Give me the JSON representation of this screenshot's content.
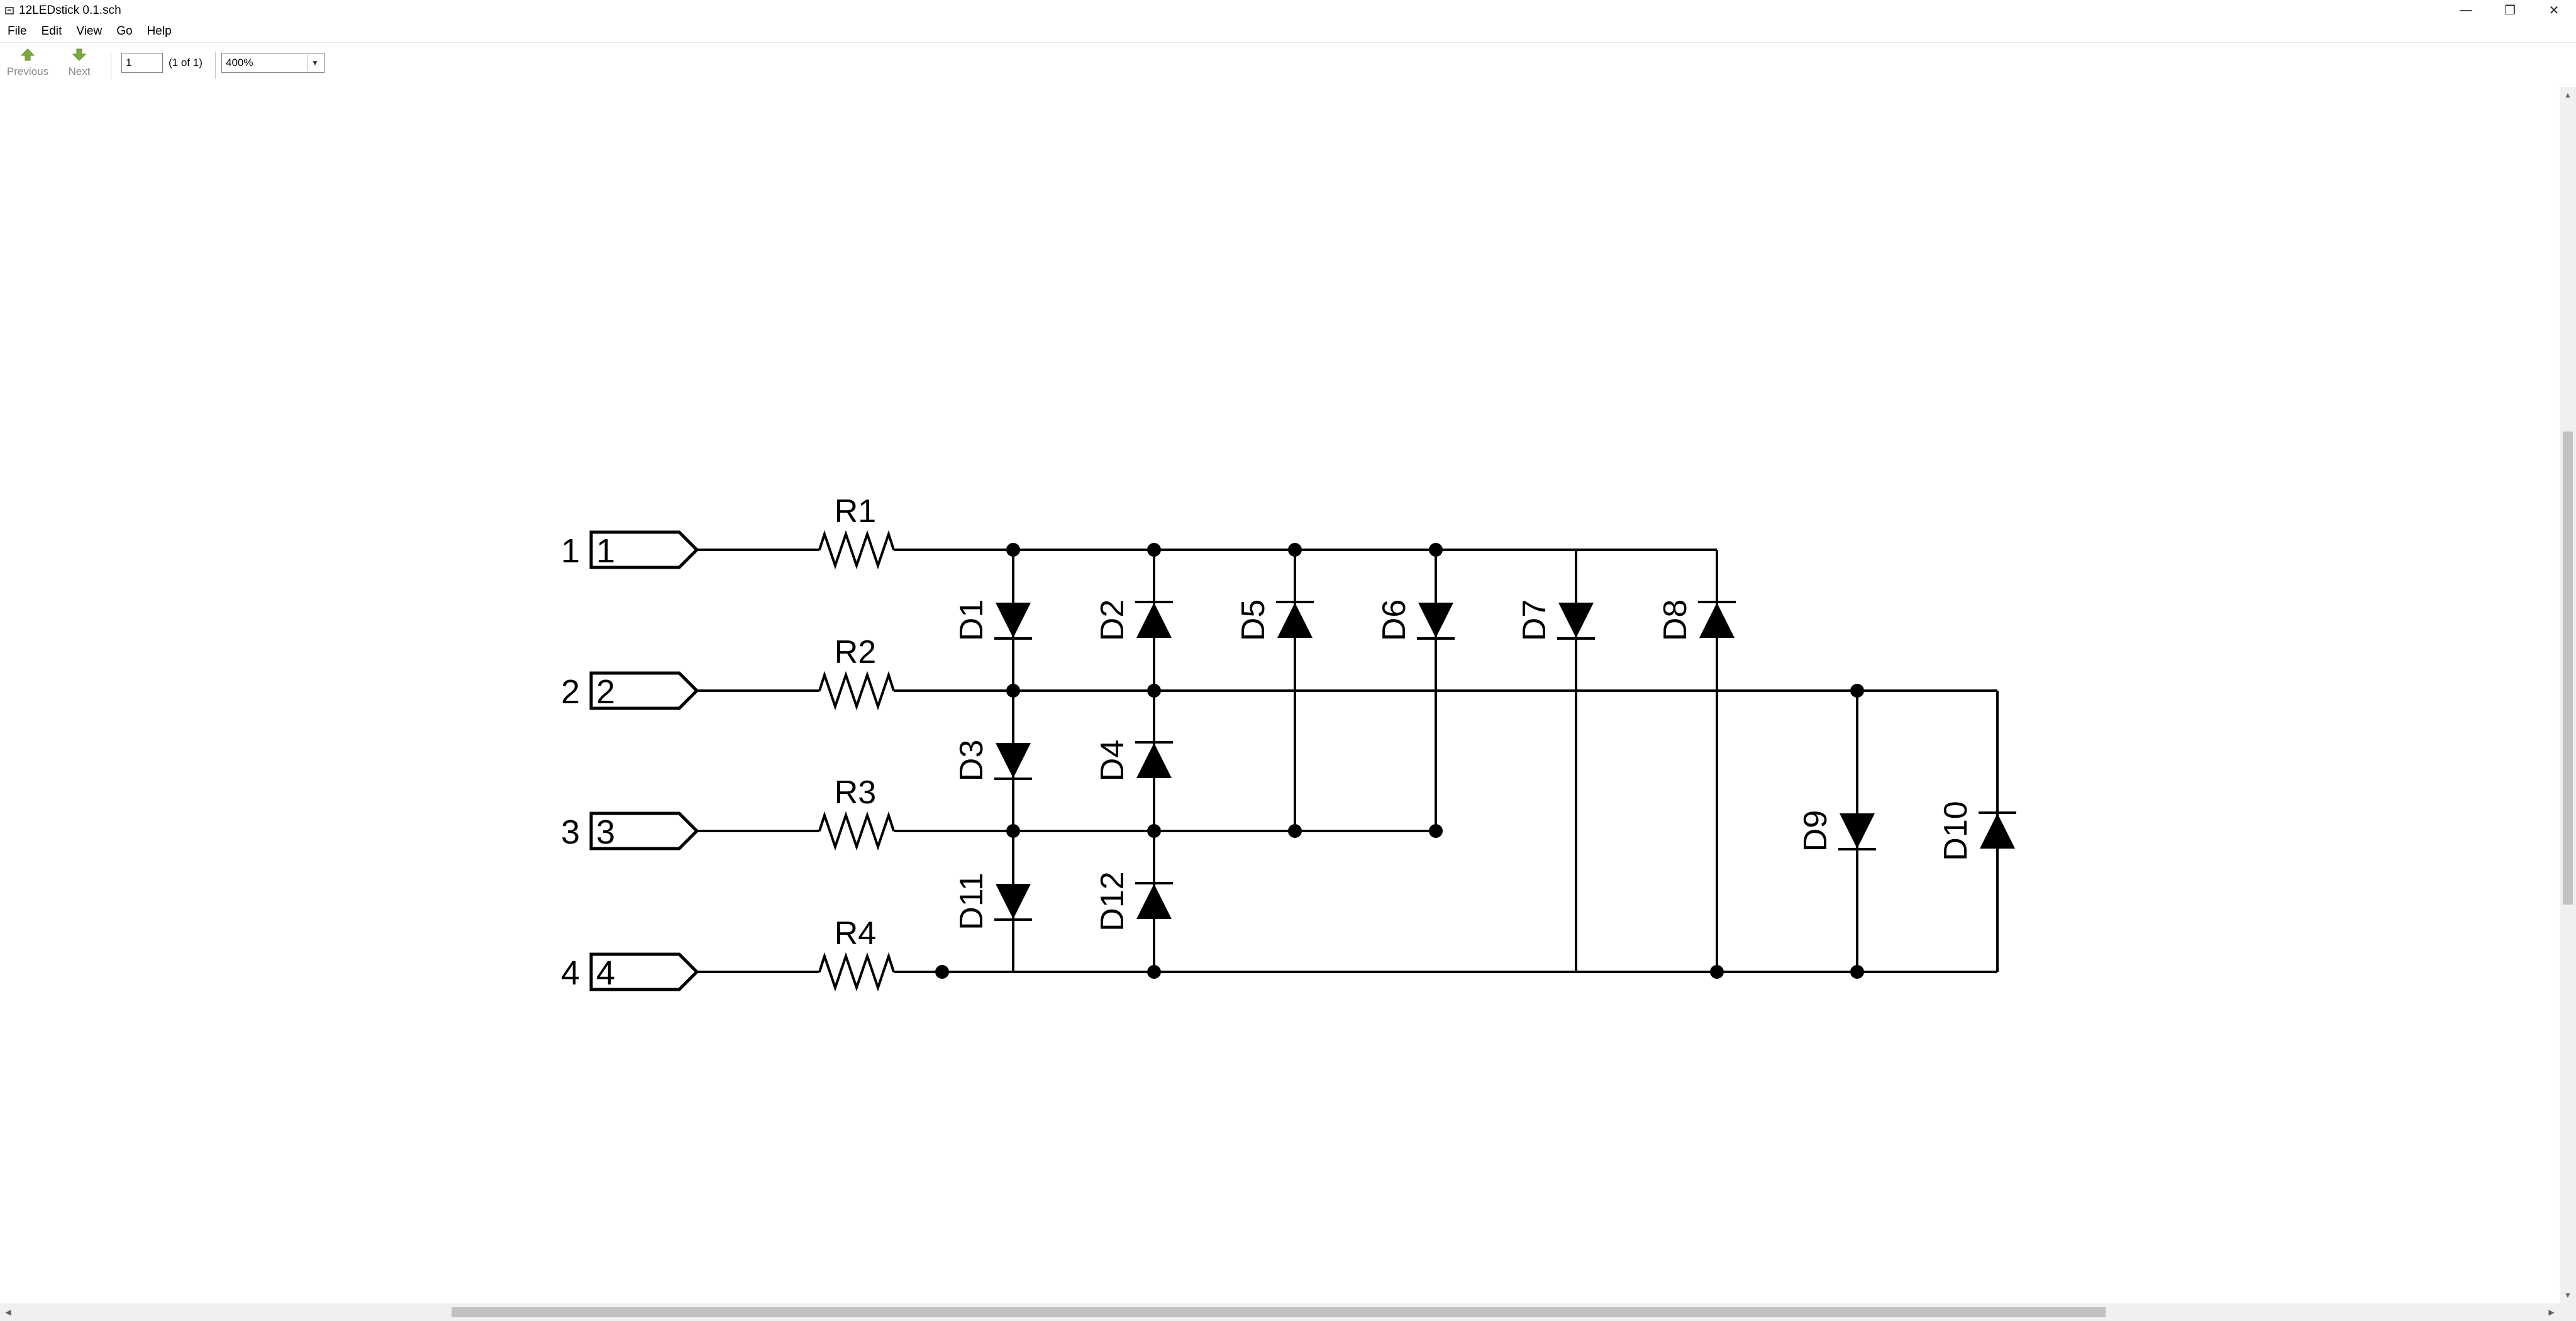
{
  "window": {
    "title": "12LEDstick 0.1.sch",
    "controls": {
      "minimize": "—",
      "restore": "❐",
      "close": "✕"
    }
  },
  "menu": {
    "items": [
      {
        "label": "File"
      },
      {
        "label": "Edit"
      },
      {
        "label": "View"
      },
      {
        "label": "Go"
      },
      {
        "label": "Help"
      }
    ]
  },
  "toolbar": {
    "previous_label": "Previous",
    "next_label": "Next",
    "page_value": "1",
    "page_count": "(1 of 1)",
    "zoom_value": "400%"
  },
  "schematic": {
    "connector_numbers": [
      "1",
      "2",
      "3",
      "4"
    ],
    "connector_labels": [
      "1",
      "2",
      "3",
      "4"
    ],
    "resistors": [
      "R1",
      "R2",
      "R3",
      "R4"
    ],
    "diodes": [
      "D1",
      "D2",
      "D5",
      "D6",
      "D7",
      "D8",
      "D3",
      "D4",
      "D9",
      "D10",
      "D11",
      "D12"
    ]
  },
  "colors": {
    "canvas": "#ffffff",
    "wire": "#000000",
    "scrollbar_thumb": "#c2c2c2"
  }
}
